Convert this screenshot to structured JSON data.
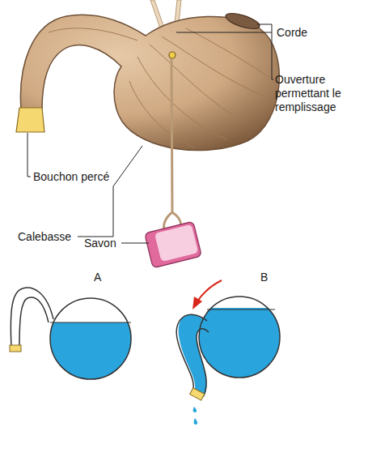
{
  "diagram": {
    "labels": [
      "Corde",
      "Ouverture permettant le remplissage",
      "Bouchon percé",
      "Calebasse",
      "Savon",
      "A",
      "B"
    ]
  }
}
